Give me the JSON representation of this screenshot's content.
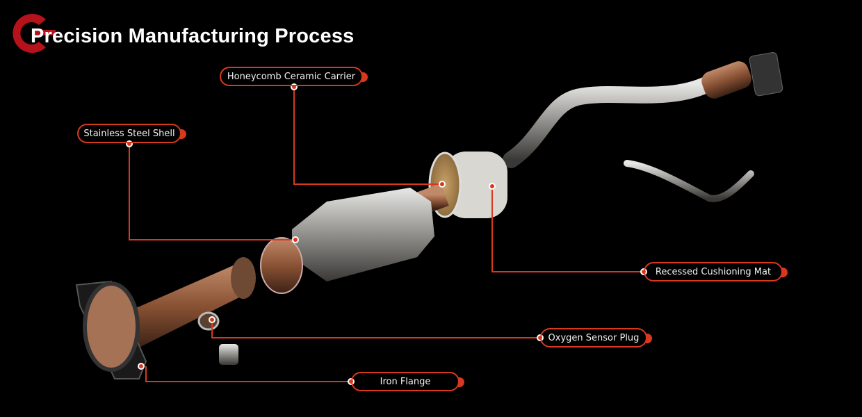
{
  "header": {
    "title": "Precision Manufacturing Process",
    "logo_color": "#b5121b"
  },
  "callouts": [
    {
      "label": "Honeycomb Ceramic Carrier"
    },
    {
      "label": "Stainless Steel Shell"
    },
    {
      "label": "Recessed Cushioning Mat"
    },
    {
      "label": "Oxygen Sensor Plug"
    },
    {
      "label": "Iron Flange"
    }
  ],
  "colors": {
    "accent": "#d8391e",
    "background": "#000000"
  }
}
